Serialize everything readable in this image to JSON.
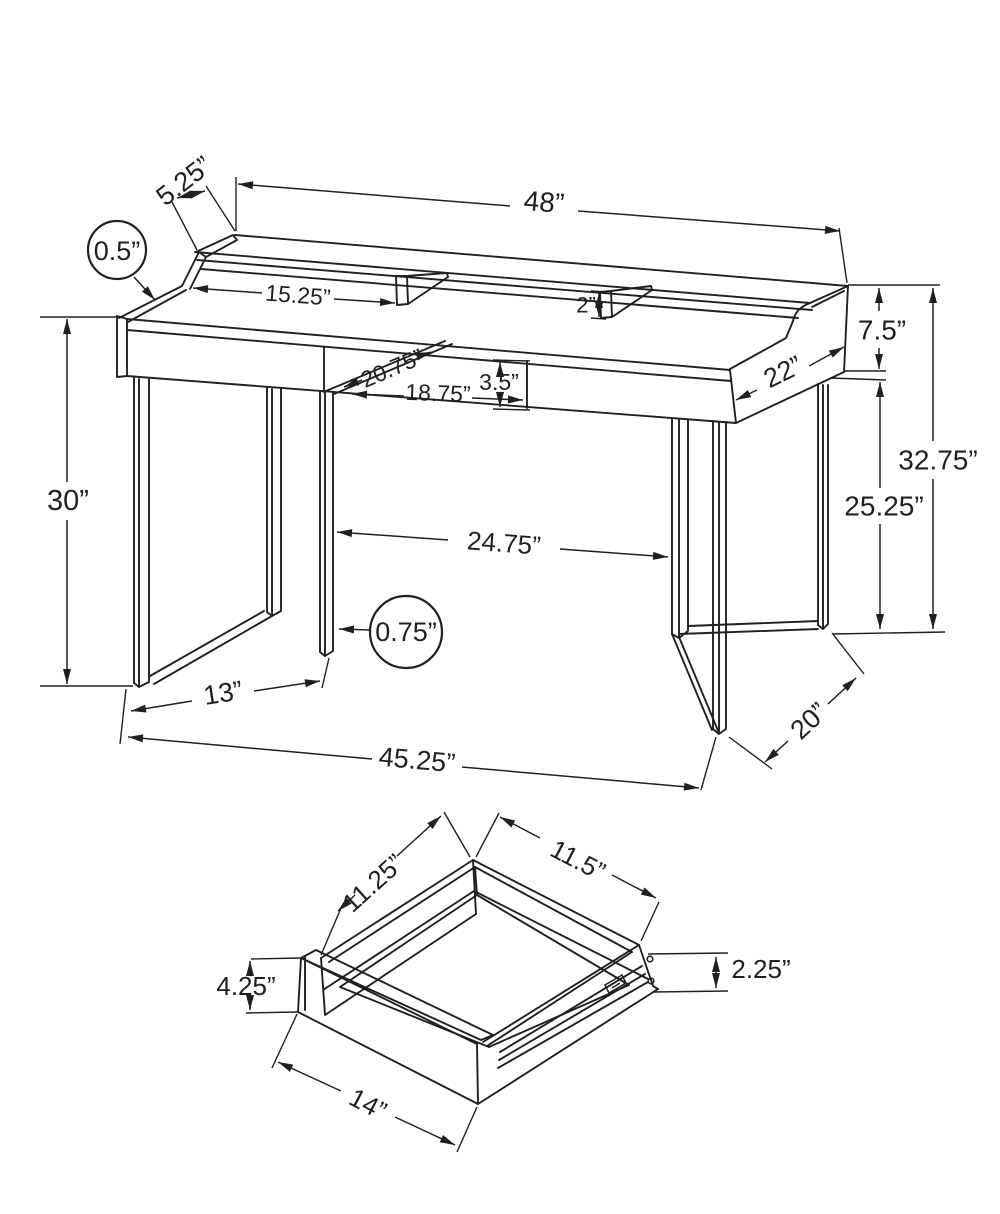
{
  "page": {
    "background": "#ffffff",
    "line_color": "#231f20"
  },
  "diagram": {
    "type": "furniture-dimension-line-drawing",
    "subject": "computer desk with riser shelf, drawer opening and metal sled legs; separate pull-out drawer detail",
    "desk": {
      "labels": {
        "shelf_depth": "5.25”",
        "overall_width": "48”",
        "top_thickness": "0.5”",
        "shelf_opening_width": "15.25”",
        "divider_thickness": "2”",
        "riser_height": "7.5”",
        "depth": "22”",
        "overall_height": "32.75”",
        "clearance_height": "25.25”",
        "surface_height": "30”",
        "drawer_front_width": "20.75”",
        "drawer_opening_width": "18.75”",
        "drawer_opening_height": "3.5”",
        "knee_clearance_width": "24.75”",
        "leg_tube_thickness": "0.75”",
        "leg_foot_spacing": "13”",
        "base_width": "45.25”",
        "leg_depth": "20”"
      }
    },
    "drawer": {
      "labels": {
        "interior_depth": "11.25”",
        "interior_width": "11.5”",
        "front_height": "4.25”",
        "side_height": "2.25”",
        "front_width": "14”"
      }
    }
  }
}
